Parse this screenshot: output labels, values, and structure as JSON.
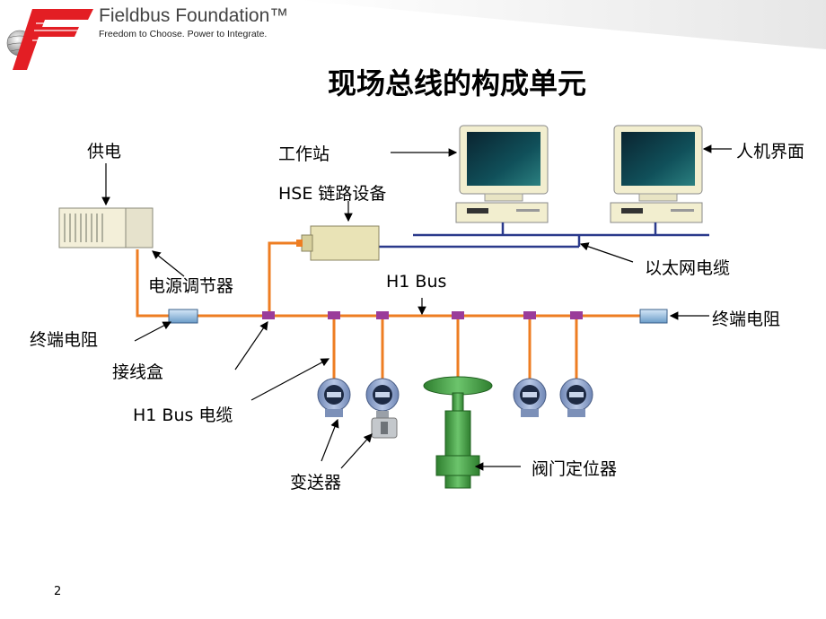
{
  "header": {
    "brand": "Fieldbus Foundation™",
    "tagline": "Freedom to Choose. Power to Integrate."
  },
  "title": "现场总线的构成单元",
  "labels": {
    "power_supply": "供电",
    "workstation": "工作站",
    "hmi": "人机界面",
    "hse_device": "HSE 链路设备",
    "power_conditioner": "电源调节器",
    "ethernet_cable": "以太网电缆",
    "h1_bus": "H1 Bus",
    "terminator_left": "终端电阻",
    "terminator_right": "终端电阻",
    "junction_box": "接线盒",
    "h1_bus_cable": "H1 Bus 电缆",
    "transmitter": "变送器",
    "valve_positioner": "阀门定位器"
  },
  "page_number": "2",
  "colors": {
    "bus": "#ee7d22",
    "ethernet": "#2b3a8c",
    "connector": "#9a3c9a",
    "logo_red": "#e31e24",
    "valve_green": "#3e9a3e",
    "device_blue": "#8da2c8"
  }
}
